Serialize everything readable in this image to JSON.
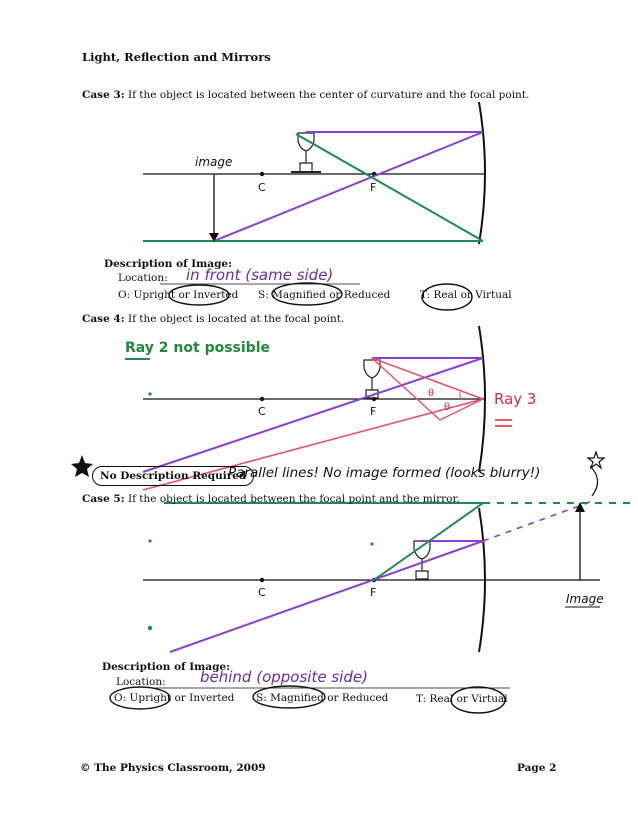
{
  "header": {
    "title": "Light, Reflection and Mirrors"
  },
  "case3": {
    "label": "Case 3:",
    "text": "If the object is located between the center of curvature and the focal point.",
    "annotations": {
      "image": "image",
      "c": "C",
      "f": "F"
    },
    "description": {
      "heading": "Description of Image:",
      "location_label": "Location:",
      "location_value": "in front (same side)",
      "o_label": "O:",
      "o_options": "Upright or Inverted",
      "s_label": "S:",
      "s_options": "Magnified or Reduced",
      "t_label": "T:",
      "t_options": "Real or Virtual"
    }
  },
  "case4": {
    "label": "Case 4:",
    "text": "If the object is located at the focal point.",
    "annotations": {
      "ray2": "Ray 2 not possible",
      "ray3": "Ray 3",
      "c": "C",
      "f": "F",
      "theta": "θ"
    },
    "no_description": "No Description Required",
    "handwritten_note": "Parallel lines! No image formed (looks blurry!)"
  },
  "case5": {
    "label": "Case 5:",
    "text": "If the object is located between the focal point and the mirror.",
    "annotations": {
      "image": "Image",
      "c": "C",
      "f": "F"
    },
    "description": {
      "heading": "Description of Image:",
      "location_label": "Location:",
      "location_value": "behind (opposite side)",
      "o_label": "O:",
      "o_options": "Upright or Inverted",
      "s_label": "S:",
      "s_options": "Magnified or Reduced",
      "t_label": "T:",
      "t_options": "Real or Virtual"
    }
  },
  "footer": {
    "copyright": "© The Physics Classroom, 2009",
    "page": "Page 2"
  },
  "colors": {
    "purple": "#8a3fd1",
    "green": "#1e8a52",
    "red": "#e8506a",
    "ink": "#111111"
  }
}
